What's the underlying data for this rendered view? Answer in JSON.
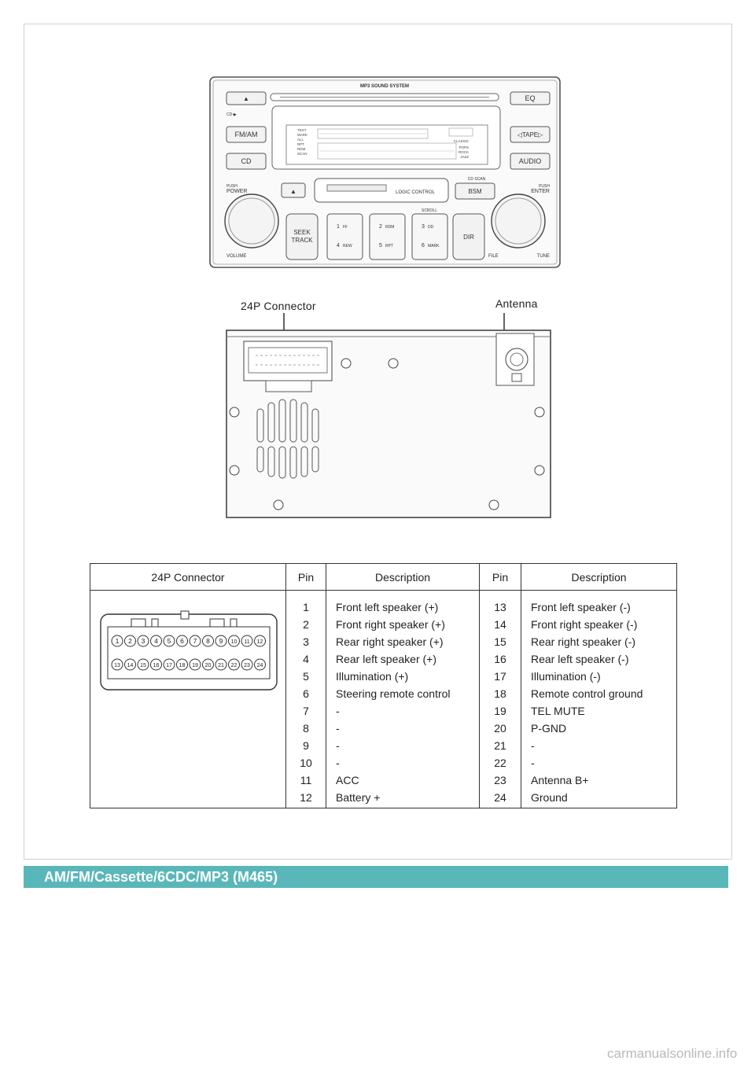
{
  "panel": {
    "title": "MP3 SOUND SYSTEM",
    "buttons": {
      "eject": "▲",
      "eq": "EQ",
      "fmam": "FM/AM",
      "tape": "◁TAPE▷",
      "cd": "CD",
      "audio": "AUDIO",
      "bsm": "BSM",
      "eject2": "▲"
    },
    "labels": {
      "cd_mode": "CD-▶",
      "power": "POWER",
      "push_left": "PUSH",
      "enter": "ENTER",
      "push_right": "PUSH",
      "cd_scan": "CD SCAN",
      "volume": "VOLUME",
      "file": "FILE",
      "tune": "TUNE",
      "scroll": "SCROLL",
      "logic": "LOGIC CONTROL"
    },
    "display_left": [
      "TEXT",
      "MARK",
      "ALL",
      "RPT",
      "RDM",
      "SCAN"
    ],
    "display_right": [
      "CLASSIC",
      "POPS",
      "ROCK",
      "JAZZ"
    ],
    "seek": [
      "SEEK",
      "TRACK"
    ],
    "dir": "DIR",
    "presets": [
      {
        "num": "1",
        "sub": "FF"
      },
      {
        "num": "2",
        "sub": "RDM"
      },
      {
        "num": "3",
        "sub": "DD"
      },
      {
        "num": "4",
        "sub": "REW"
      },
      {
        "num": "5",
        "sub": "RPT"
      },
      {
        "num": "6",
        "sub": "MARK"
      }
    ]
  },
  "rear_labels": {
    "connector": "24P Connector",
    "antenna": "Antenna"
  },
  "table": {
    "headers": [
      "24P Connector",
      "Pin",
      "Description",
      "Pin",
      "Description"
    ],
    "pins_left": [
      "1",
      "2",
      "3",
      "4",
      "5",
      "6",
      "7",
      "8",
      "9",
      "10",
      "11",
      "12"
    ],
    "desc_left": [
      "Front left speaker (+)",
      "Front right speaker (+)",
      "Rear right speaker (+)",
      "Rear left speaker (+)",
      "Illumination (+)",
      "Steering remote control",
      "-",
      "-",
      "-",
      "-",
      "ACC",
      "Battery +"
    ],
    "pins_right": [
      "13",
      "14",
      "15",
      "16",
      "17",
      "18",
      "19",
      "20",
      "21",
      "22",
      "23",
      "24"
    ],
    "desc_right": [
      "Front left speaker (-)",
      "Front right speaker (-)",
      "Rear right speaker (-)",
      "Rear left speaker (-)",
      "Illumination (-)",
      "Remote control ground",
      "TEL MUTE",
      "P-GND",
      "-",
      "-",
      "Antenna B+",
      "Ground"
    ],
    "connector_pins_top": [
      "1",
      "2",
      "3",
      "4",
      "5",
      "6",
      "7",
      "8",
      "9",
      "10",
      "11",
      "12"
    ],
    "connector_pins_bottom": [
      "13",
      "14",
      "15",
      "16",
      "17",
      "18",
      "19",
      "20",
      "21",
      "22",
      "23",
      "24"
    ]
  },
  "banner": "AM/FM/Cassette/6CDC/MP3 (M465)",
  "watermark": "carmanualsonline.info"
}
